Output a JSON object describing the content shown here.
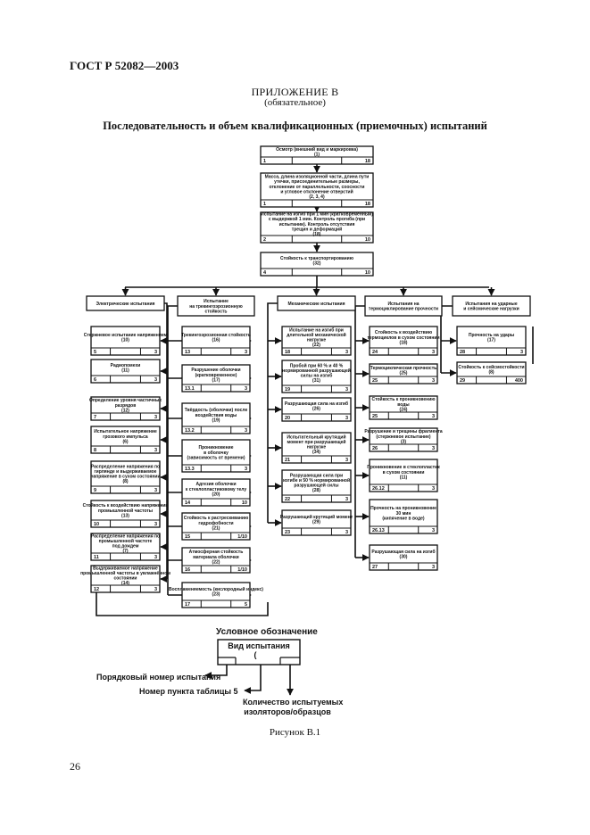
{
  "page": {
    "header": "ГОСТ Р 52082—2003",
    "appendix_title": "ПРИЛОЖЕНИЕ В",
    "appendix_subtitle": "(обязательное)",
    "figure_title": "Последовательность и объем квалификационных (приемочных) испытаний",
    "figure_caption": "Рисунок В.1",
    "page_number": "26"
  },
  "legend": {
    "title": "Условное обозначение",
    "box_text": "Вид испытания",
    "box_index": "(",
    "label_order": "Порядковый номер испытания",
    "label_clause": "Номер пункта таблицы 5",
    "label_count_1": "Количество испытуемых",
    "label_count_2": "изоляторов/образцов"
  },
  "top_chain": [
    {
      "text": [
        "Осмотр (внешний вид и маркировка)",
        "(1)"
      ],
      "left": "1",
      "right": "18"
    },
    {
      "text": [
        "Масса, длина изоляционной части, длина пути",
        "утечки, присоединительные размеры,",
        "отклонение от параллельности, соосности",
        "и угловое отклонение отверстий",
        "(2, 3, 4)"
      ],
      "left": "1",
      "right": "18"
    },
    {
      "text": [
        "Испытание на изгиб при 1 мин (кратковременный)",
        "с выдержкой 1 мин. Контроль прогиба (при",
        "испытании). Контроль отсутствия",
        "трещин и деформаций",
        "(18)"
      ],
      "left": "2",
      "right": "10"
    },
    {
      "text": [
        "Стойкость к транспортированию",
        "(32)"
      ],
      "left": "4",
      "right": "10"
    }
  ],
  "columns": [
    {
      "head": [
        "Электрические испытания"
      ],
      "boxes": [
        {
          "text": [
            "Стержневое испытание напряжением",
            "(10)"
          ],
          "left": "5",
          "right": "3"
        },
        {
          "text": [
            "Радиопомехи",
            "(11)"
          ],
          "left": "6",
          "right": "3"
        },
        {
          "text": [
            "Определение уровня частичных",
            "разрядов",
            "(12)"
          ],
          "left": "7",
          "right": "3"
        },
        {
          "text": [
            "Испытательное напряжение",
            "грозового импульса",
            "(6)"
          ],
          "left": "8",
          "right": "3"
        },
        {
          "text": [
            "Распределение напряжения по",
            "гирлянде и выдерживаемое",
            "напряжение в сухом состоянии",
            "(8)"
          ],
          "left": "9",
          "right": "3"
        },
        {
          "text": [
            "Стойкость к воздействию напряжения",
            "промышленной частоты",
            "(13)"
          ],
          "left": "10",
          "right": "3"
        },
        {
          "text": [
            "Распределение напряжения по",
            "промышленной частоте",
            "под дождем",
            "(7)"
          ],
          "left": "11",
          "right": "3"
        },
        {
          "text": [
            "Выдерживаемое напряжение",
            "промышленной частоты в увлажнённом",
            "состоянии",
            "(14)"
          ],
          "left": "12",
          "right": "3"
        }
      ]
    },
    {
      "head": [
        "Испытание",
        "на трекингоэрозионную",
        "стойкость"
      ],
      "boxes": [
        {
          "text": [
            "Трекингоэрозионная стойкость",
            "(16)"
          ],
          "left": "13",
          "right": "3"
        },
        {
          "text": [
            "Разрушение оболочки",
            "(кратковременное)",
            "(17)"
          ],
          "left": "13.1",
          "right": "3"
        },
        {
          "text": [
            "Твёрдость (оболочки) после",
            "воздействия воды",
            "(19)"
          ],
          "left": "13.2",
          "right": "3"
        },
        {
          "text": [
            "Проникновение",
            "в оболочку",
            "(зависимость от времени)"
          ],
          "left": "13.3",
          "right": "3"
        },
        {
          "text": [
            "Адгезия оболочки",
            "к стеклопластиковому телу",
            "(20)"
          ],
          "left": "14",
          "right": "10"
        },
        {
          "text": [
            "Стойкость к растрескиванию",
            "гидрофобности",
            "(21)"
          ],
          "left": "15",
          "right": "1/10"
        },
        {
          "text": [
            "Атмосферная стойкость",
            "материала оболочки",
            "(22)"
          ],
          "left": "16",
          "right": "1/10"
        },
        {
          "text": [
            "Воспламеняемость (кислородный индекс)",
            "(23)"
          ],
          "left": "17",
          "right": "5"
        }
      ]
    },
    {
      "head": [
        "Механические испытания"
      ],
      "boxes": [
        {
          "text": [
            "Испытание на изгиб при",
            "длительной механической",
            "нагрузке",
            "(22)"
          ],
          "left": "18",
          "right": "3"
        },
        {
          "text": [
            "Пробой при 60 % и 40 %",
            "нормированной разрушающей",
            "силы на изгиб",
            "(31)"
          ],
          "left": "19",
          "right": "3"
        },
        {
          "text": [
            "Разрушающая сила на изгиб",
            "(26)"
          ],
          "left": "20",
          "right": "3"
        },
        {
          "text": [
            "Испытательный крутящий",
            "момент при разрушающей",
            "нагрузке",
            "(34)"
          ],
          "left": "21",
          "right": "3"
        },
        {
          "text": [
            "Разрушающая сила при",
            "изгибе и 50 % нормированной",
            "разрушающей силы",
            "(28)"
          ],
          "left": "22",
          "right": "3"
        },
        {
          "text": [
            "Разрушающий крутящий момент",
            "(29)"
          ],
          "left": "23",
          "right": "3"
        }
      ]
    },
    {
      "head": [
        "Испытания на",
        "термоциклирование прочности"
      ],
      "boxes": [
        {
          "text": [
            "Стойкость к воздействию",
            "термоциклов в сухом состоянии",
            "(18)"
          ],
          "left": "24",
          "right": "3"
        },
        {
          "text": [
            "Термоциклическая прочность",
            "(25)"
          ],
          "left": "25",
          "right": "3"
        },
        {
          "text": [
            "Стойкость к проникновению",
            "воды",
            "(24)"
          ],
          "left": "25",
          "right": "3"
        },
        {
          "text": [
            "Разрушение и трещины фрагмента",
            "(стержневое испытание)",
            "(3)"
          ],
          "left": "26",
          "right": "3"
        },
        {
          "text": [
            "Проникновение в стеклопластик",
            "в сухом состоянии",
            "(11)"
          ],
          "left": "26.12",
          "right": "3"
        },
        {
          "text": [
            "Прочность на проникновение",
            "30 мин",
            "(кипячение в воде)"
          ],
          "left": "26.13",
          "right": "3"
        },
        {
          "text": [
            "Разрушающая сила на изгиб",
            "(30)"
          ],
          "left": "27",
          "right": "3"
        }
      ]
    },
    {
      "head": [
        "Испытания на ударные",
        "и сейсмические нагрузки"
      ],
      "boxes": [
        {
          "text": [
            "Прочность на удары",
            "(17)"
          ],
          "left": "28",
          "right": "3"
        },
        {
          "text": [
            "Стойкость к сейсмостойкости",
            "(8)"
          ],
          "left": "29",
          "right": "400"
        }
      ]
    }
  ]
}
